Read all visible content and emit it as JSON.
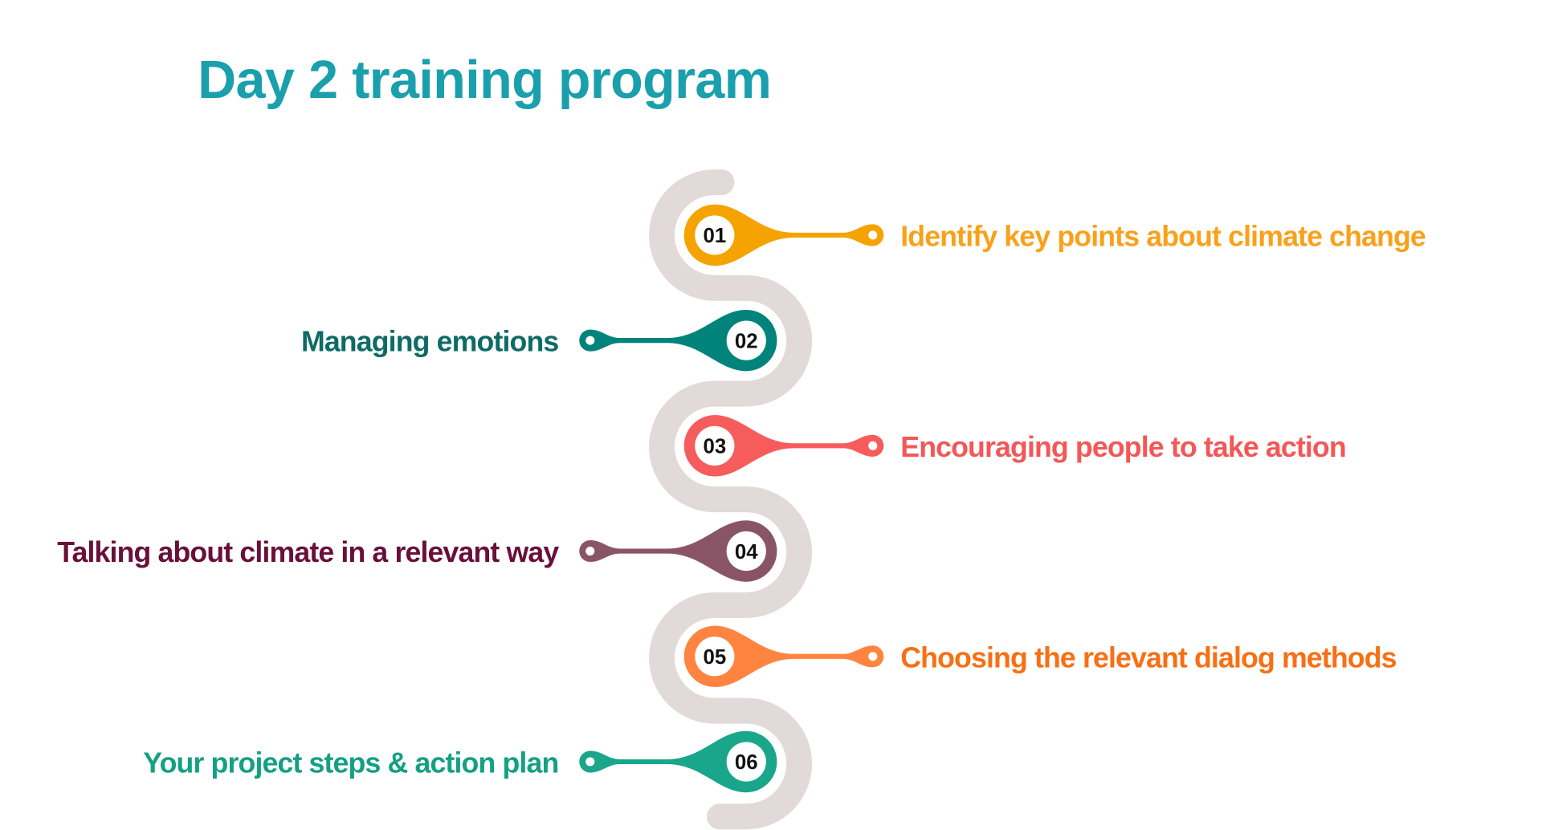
{
  "title": "Day 2 training program",
  "steps": [
    {
      "number": "01",
      "label": "Identify key points about climate change",
      "side": "right",
      "pin_color": "#f5a300",
      "text_color": "#f9a11b"
    },
    {
      "number": "02",
      "label": "Managing emotions",
      "side": "left",
      "pin_color": "#00837a",
      "text_color": "#0d6b66"
    },
    {
      "number": "03",
      "label": "Encouraging people to take action",
      "side": "right",
      "pin_color": "#f65c5c",
      "text_color": "#f35757"
    },
    {
      "number": "04",
      "label": "Talking about climate in a relevant way",
      "side": "left",
      "pin_color": "#8a5467",
      "text_color": "#6a0f3b"
    },
    {
      "number": "05",
      "label": "Choosing the relevant dialog methods",
      "side": "right",
      "pin_color": "#ff8440",
      "text_color": "#f86f14"
    },
    {
      "number": "06",
      "label": "Your project steps & action plan",
      "side": "left",
      "pin_color": "#1aa68a",
      "text_color": "#14a083"
    }
  ],
  "colors": {
    "road": "#e2dad8",
    "title": "#1a9fad"
  }
}
